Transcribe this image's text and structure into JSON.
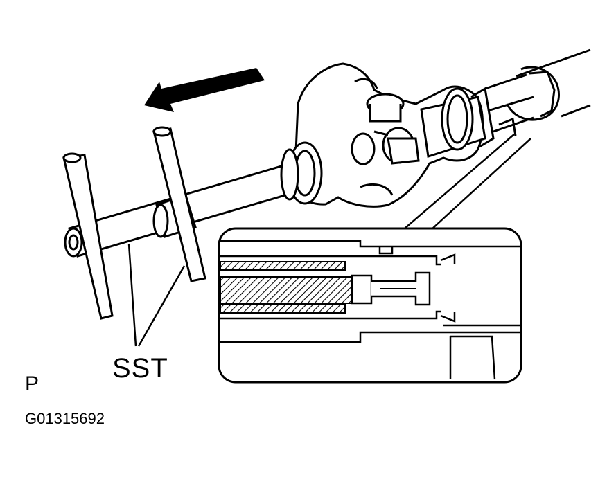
{
  "labels": {
    "tool_label": "SST",
    "page_marker": "P",
    "figure_id": "G01315692"
  },
  "colors": {
    "line": "#000000",
    "background": "#ffffff"
  },
  "icons": {
    "direction": "arrow-left-icon"
  }
}
